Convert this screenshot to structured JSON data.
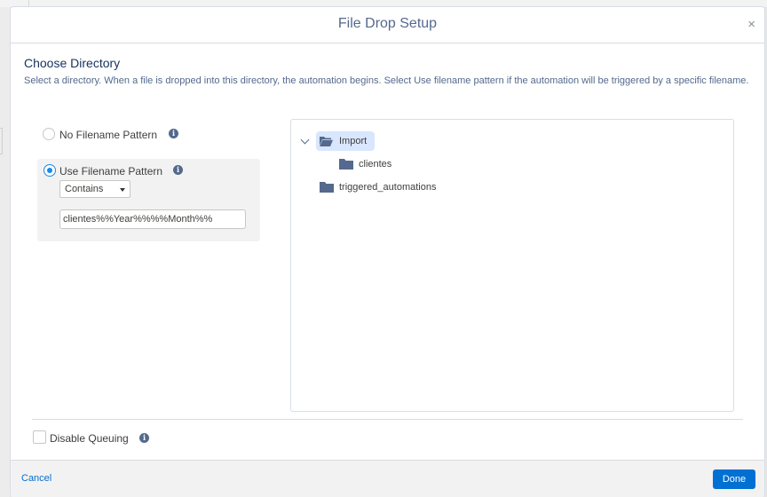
{
  "modal": {
    "title": "File Drop Setup",
    "close_glyph": "×"
  },
  "section": {
    "title": "Choose Directory",
    "description": "Select a directory. When a file is dropped into this directory, the automation begins. Select Use filename pattern if the automation will be triggered by a specific filename."
  },
  "options": {
    "no_pattern_label": "No Filename Pattern",
    "use_pattern_label": "Use Filename Pattern",
    "selected": "use_pattern",
    "operator_value": "Contains",
    "pattern_value": "clientes%%Year%%%%Month%%"
  },
  "tree": {
    "items": [
      {
        "label": "Import",
        "icon": "folder-open-icon",
        "expanded": true,
        "selected": true
      },
      {
        "label": "clientes",
        "icon": "folder-icon"
      },
      {
        "label": "triggered_automations",
        "icon": "folder-icon"
      }
    ]
  },
  "queuing": {
    "label": "Disable Queuing",
    "checked": false
  },
  "footer": {
    "cancel_label": "Cancel",
    "done_label": "Done"
  },
  "colors": {
    "accent": "#0070d2",
    "radio_selected": "#1589ee",
    "folder": "#54698d",
    "tree_selected_bg": "#d8e6fe"
  }
}
